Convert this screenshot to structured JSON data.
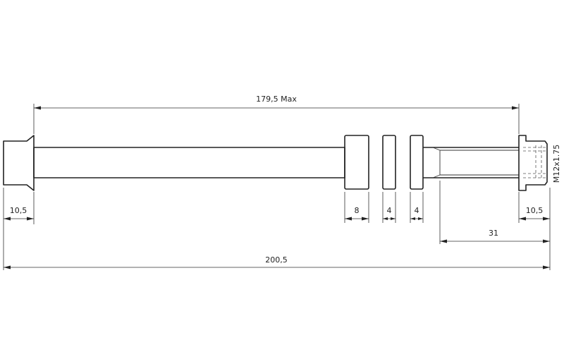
{
  "drawing": {
    "dimensions": {
      "overall_max": "179,5 Max",
      "left_end": "10,5",
      "collar_wide": "8",
      "collar_mid": "4",
      "collar_right": "4",
      "right_end": "10,5",
      "thread_length": "31",
      "overall_total": "200,5"
    },
    "thread_spec": "M12x1.75"
  }
}
